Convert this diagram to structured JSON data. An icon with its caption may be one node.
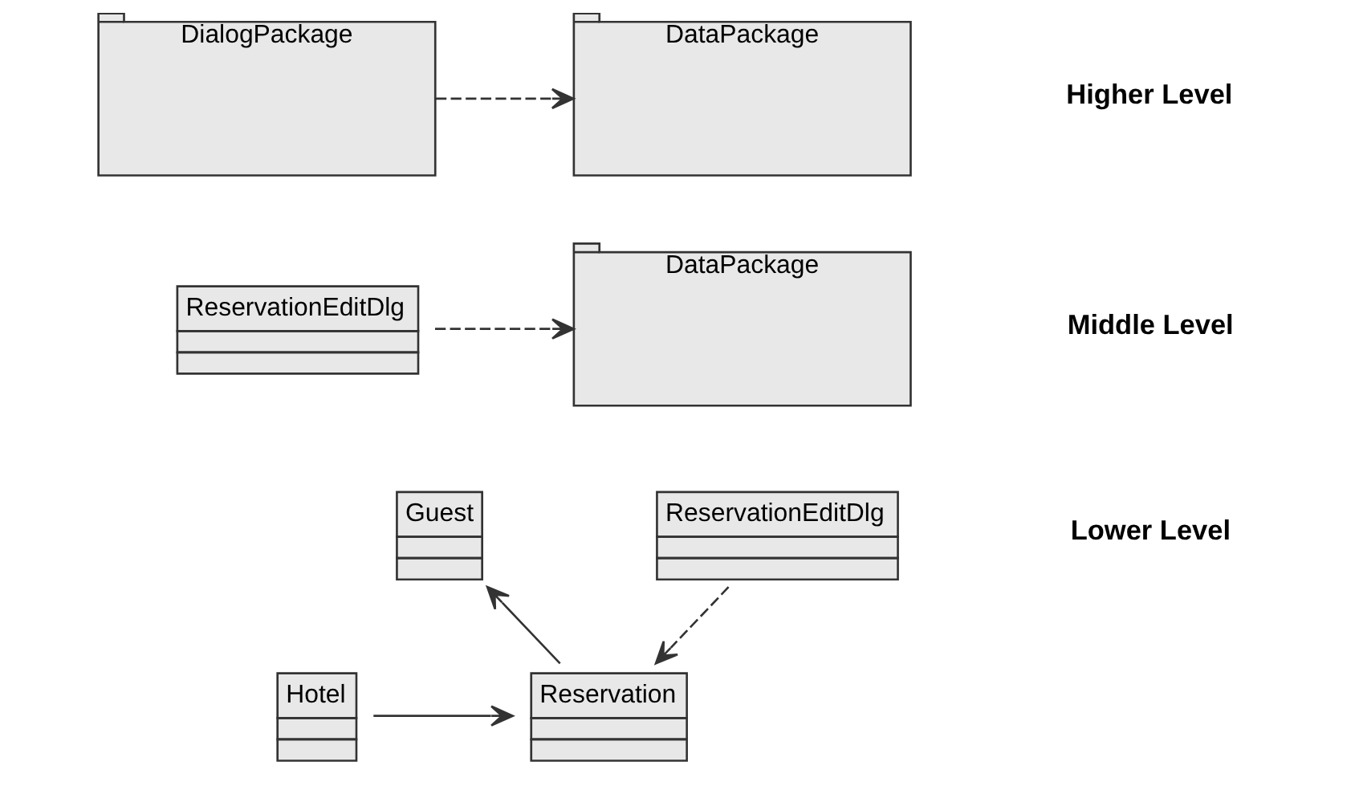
{
  "diagram": {
    "nodes": [
      {
        "text": [
          "DialogPackage"
        ]
      },
      {
        "text": [
          "DataPackage"
        ]
      },
      {
        "text": [
          "ReservationEditDlg"
        ]
      },
      {
        "text": [
          "DataPackage"
        ]
      },
      {
        "text": [
          "Guest"
        ]
      },
      {
        "text": [
          "ReservationEditDlg"
        ]
      },
      {
        "text": [
          "Hotel"
        ]
      },
      {
        "text": [
          "Reservation"
        ]
      }
    ],
    "edges": [
      {
        "from": 0,
        "to": 1,
        "arrow": "to",
        "style": "dashed"
      },
      {
        "from": 2,
        "to": 3,
        "arrow": "to",
        "style": "dashed"
      },
      {
        "from": 5,
        "to": 7,
        "arrow": "to",
        "style": "dashed"
      },
      {
        "from": 6,
        "to": 7,
        "arrow": "to"
      },
      {
        "from": 7,
        "to": 4,
        "arrow": "to"
      }
    ],
    "labels": [
      "Higher Level",
      "Middle Level",
      "Lower Level"
    ]
  }
}
